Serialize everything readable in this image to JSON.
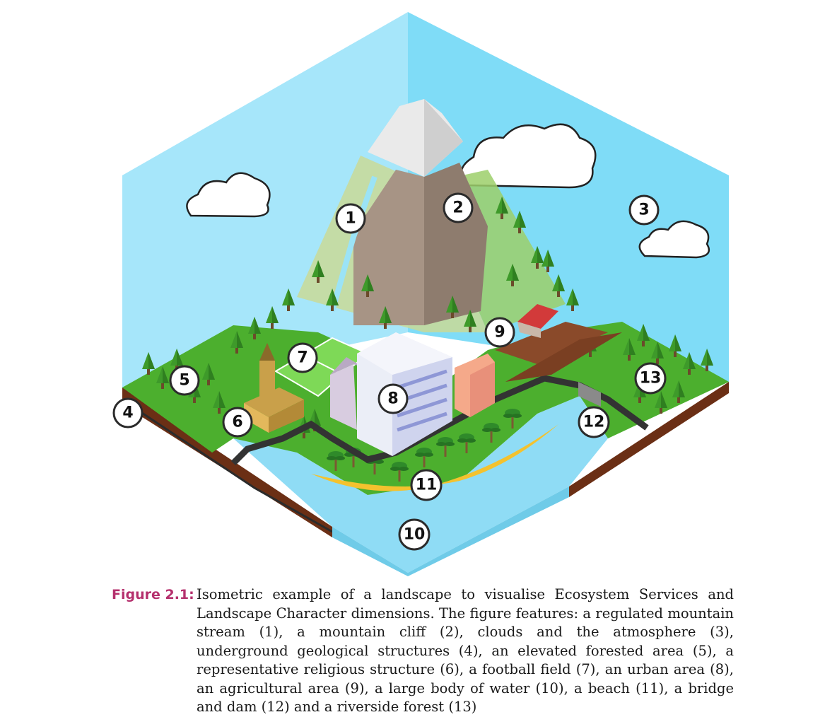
{
  "figure": {
    "markers": [
      {
        "num": "1",
        "feature": "regulated mountain stream"
      },
      {
        "num": "2",
        "feature": "mountain cliff"
      },
      {
        "num": "3",
        "feature": "clouds and the atmosphere"
      },
      {
        "num": "4",
        "feature": "underground geological structures"
      },
      {
        "num": "5",
        "feature": "elevated forested area"
      },
      {
        "num": "6",
        "feature": "representative religious structure"
      },
      {
        "num": "7",
        "feature": "football field"
      },
      {
        "num": "8",
        "feature": "urban area"
      },
      {
        "num": "9",
        "feature": "agricultural area"
      },
      {
        "num": "10",
        "feature": "large body of water"
      },
      {
        "num": "11",
        "feature": "beach"
      },
      {
        "num": "12",
        "feature": "bridge and dam"
      },
      {
        "num": "13",
        "feature": "riverside forest"
      }
    ],
    "colors": {
      "sky_left": "#a6e6fa",
      "sky_right": "#7fdcf7",
      "grass": "#4caf2e",
      "soil": "#6b2f15",
      "water": "#8fdcf5",
      "beach": "#f4c22e",
      "mountain": "#a79485",
      "snow": "#eaeaea",
      "caption_label": "#b5306d"
    }
  },
  "caption": {
    "label": "Figure 2.1:",
    "text": "Isometric example of a landscape to visualise Ecosystem Services and Landscape Character dimensions. The figure features: a regulated mountain stream (1), a mountain cliff (2), clouds and the atmosphere (3), underground geological structures (4), an elevated forested area (5), a representative religious structure (6), a football field (7), an urban area (8), an agricultural area (9), a large body of water (10), a beach (11), a bridge and dam (12) and a riverside forest (13)"
  }
}
